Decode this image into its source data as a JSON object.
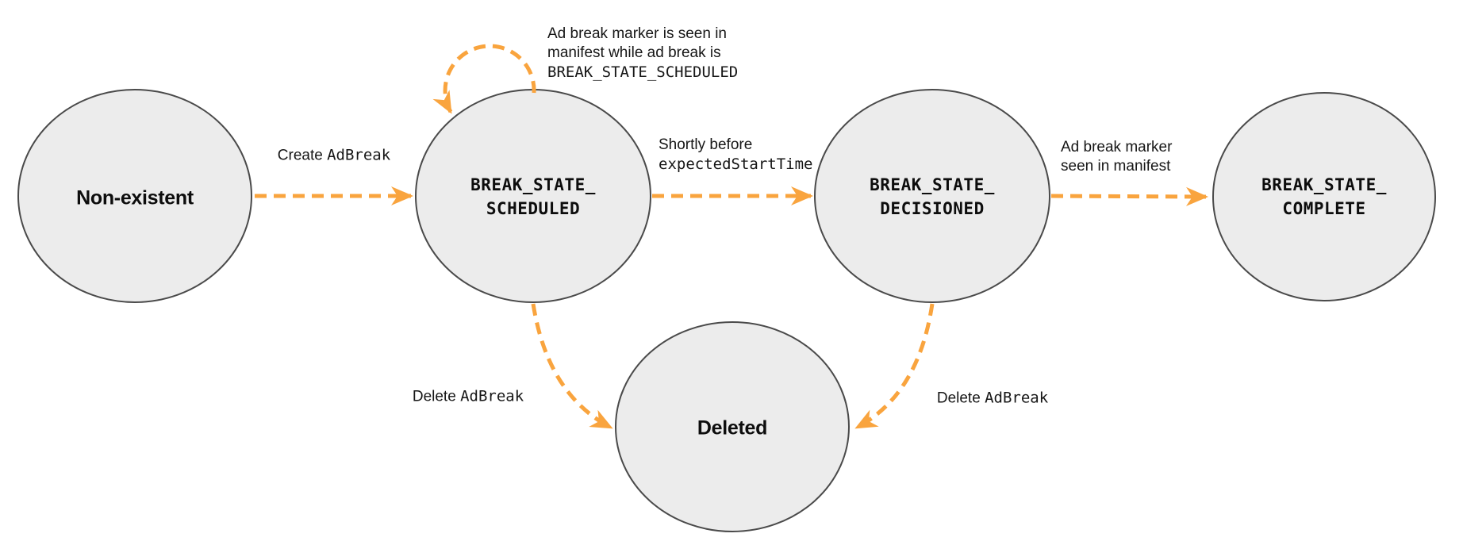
{
  "states": {
    "non_existent": {
      "label": "Non-existent"
    },
    "scheduled": {
      "label": "BREAK_STATE_\nSCHEDULED"
    },
    "decisioned": {
      "label": "BREAK_STATE_\nDECISIONED"
    },
    "complete": {
      "label": "BREAK_STATE_\nCOMPLETE"
    },
    "deleted": {
      "label": "Deleted"
    }
  },
  "transitions": {
    "create": {
      "text": "Create",
      "code": "AdBreak"
    },
    "marker_while_scheduled": {
      "line1": "Ad break marker is seen in",
      "line2": "manifest while ad break is",
      "code": "BREAK_STATE_SCHEDULED"
    },
    "shortly_before": {
      "text": "Shortly before",
      "code": "expectedStartTime"
    },
    "marker_seen": {
      "line1": "Ad break marker",
      "line2": "seen in manifest"
    },
    "delete_from_scheduled": {
      "text": "Delete",
      "code": "AdBreak"
    },
    "delete_from_decisioned": {
      "text": "Delete",
      "code": "AdBreak"
    }
  },
  "colors": {
    "node_fill": "#ececec",
    "node_stroke": "#4a4a4a",
    "arrow": "#f9a43e",
    "label_text": "#161616"
  }
}
